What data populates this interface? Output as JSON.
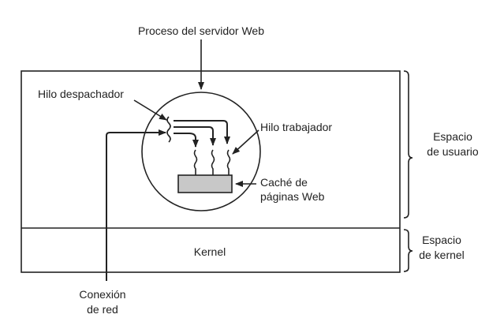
{
  "labels": {
    "server_process": "Proceso del servidor Web",
    "dispatcher": "Hilo despachador",
    "worker": "Hilo trabajador",
    "cache_line1": "Caché de",
    "cache_line2": "páginas Web",
    "kernel": "Kernel",
    "user_space_line1": "Espacio",
    "user_space_line2": "de usuario",
    "kernel_space_line1": "Espacio",
    "kernel_space_line2": "de kernel",
    "network_line1": "Conexión",
    "network_line2": "de red"
  },
  "colors": {
    "stroke": "#222222",
    "cache_fill": "#c8c8c8"
  }
}
